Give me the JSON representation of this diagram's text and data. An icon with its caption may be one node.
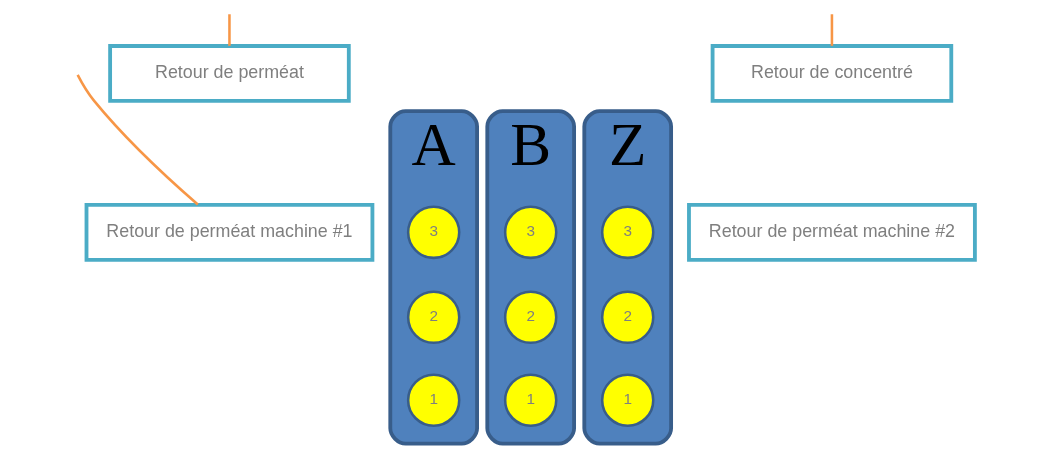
{
  "diagram": {
    "nodes": [
      {
        "text": [
          "Retour de perméat"
        ]
      },
      {
        "text": [
          "Retour de concentré"
        ]
      },
      {
        "text": [
          "Retour de perméat machine #1"
        ]
      },
      {
        "text": [
          "Retour de perméat machine #2"
        ]
      },
      {
        "text": [
          "A"
        ]
      },
      {
        "text": [
          "3"
        ],
        "in": 4
      },
      {
        "text": [
          "2"
        ],
        "in": 4
      },
      {
        "text": [
          "1"
        ],
        "in": 4
      },
      {
        "text": [
          "B"
        ]
      },
      {
        "text": [
          "3"
        ],
        "in": 8
      },
      {
        "text": [
          "2"
        ],
        "in": 8
      },
      {
        "text": [
          "1"
        ],
        "in": 8
      },
      {
        "text": [
          "Z"
        ]
      },
      {
        "text": [
          "3"
        ],
        "in": 12
      },
      {
        "text": [
          "2"
        ],
        "in": 12
      },
      {
        "text": [
          "1"
        ],
        "in": 12
      }
    ],
    "edges": [
      {
        "from": null,
        "to": 0,
        "arrow": "none",
        "color": "#f79646"
      },
      {
        "from": null,
        "to": 2,
        "arrow": "none",
        "color": "#f79646"
      },
      {
        "from": null,
        "to": 1,
        "arrow": "none",
        "color": "#f79646"
      }
    ]
  }
}
